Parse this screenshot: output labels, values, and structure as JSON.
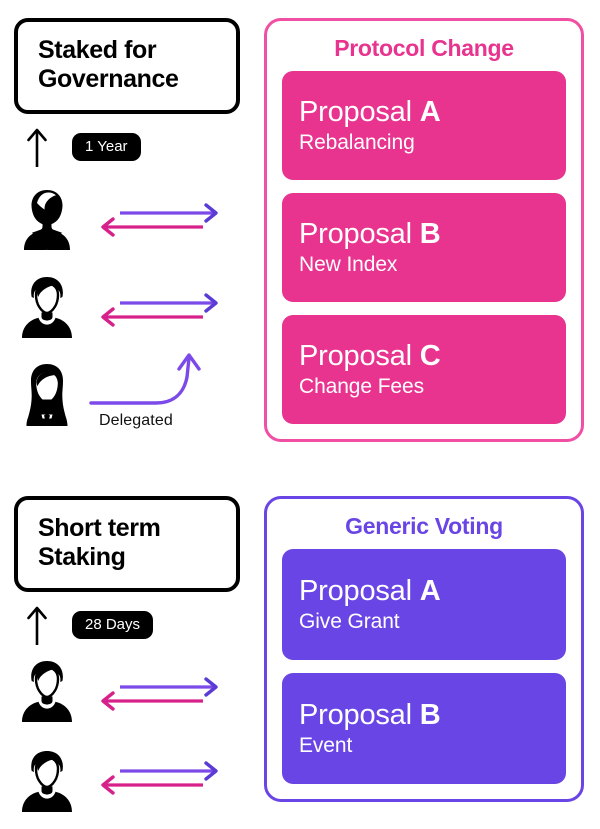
{
  "sections": [
    {
      "id": "governance",
      "left": {
        "title": "Staked for\nGovernance",
        "duration_badge": "1 Year",
        "up_arrow_icon": "arrow-up-icon",
        "participants": [
          {
            "icon": "avatar-suit-bob-icon",
            "exchange": "bidirectional-arrows"
          },
          {
            "icon": "avatar-short-hair-icon",
            "exchange": "bidirectional-arrows"
          },
          {
            "icon": "avatar-long-hair-suit-icon",
            "exchange": "delegated-curved-arrow"
          }
        ],
        "delegated_label": "Delegated"
      },
      "panel": {
        "title": "Protocol Change",
        "accent": "#E8338F",
        "border": "#F04FA4",
        "cards": [
          {
            "title": "Proposal ",
            "letter": "A",
            "subtitle": "Rebalancing"
          },
          {
            "title": "Proposal ",
            "letter": "B",
            "subtitle": "New Index"
          },
          {
            "title": "Proposal ",
            "letter": "C",
            "subtitle": "Change Fees"
          }
        ]
      }
    },
    {
      "id": "short-term",
      "left": {
        "title": "Short term\nStaking",
        "duration_badge": "28 Days",
        "up_arrow_icon": "arrow-up-icon",
        "participants": [
          {
            "icon": "avatar-short-hair-icon",
            "exchange": "bidirectional-arrows"
          },
          {
            "icon": "avatar-short-hair-icon",
            "exchange": "bidirectional-arrows"
          }
        ]
      },
      "panel": {
        "title": "Generic Voting",
        "accent": "#6A45E5",
        "border": "#6A45E5",
        "cards": [
          {
            "title": "Proposal ",
            "letter": "A",
            "subtitle": "Give Grant"
          },
          {
            "title": "Proposal ",
            "letter": "B",
            "subtitle": "Event"
          }
        ]
      }
    }
  ],
  "colors": {
    "pink": "#E8338F",
    "pink_border": "#F04FA4",
    "purple": "#6A45E5",
    "arrow_purple": "#7B4AE8",
    "arrow_pink": "#D6218A",
    "black": "#000000",
    "white": "#FFFFFF"
  }
}
